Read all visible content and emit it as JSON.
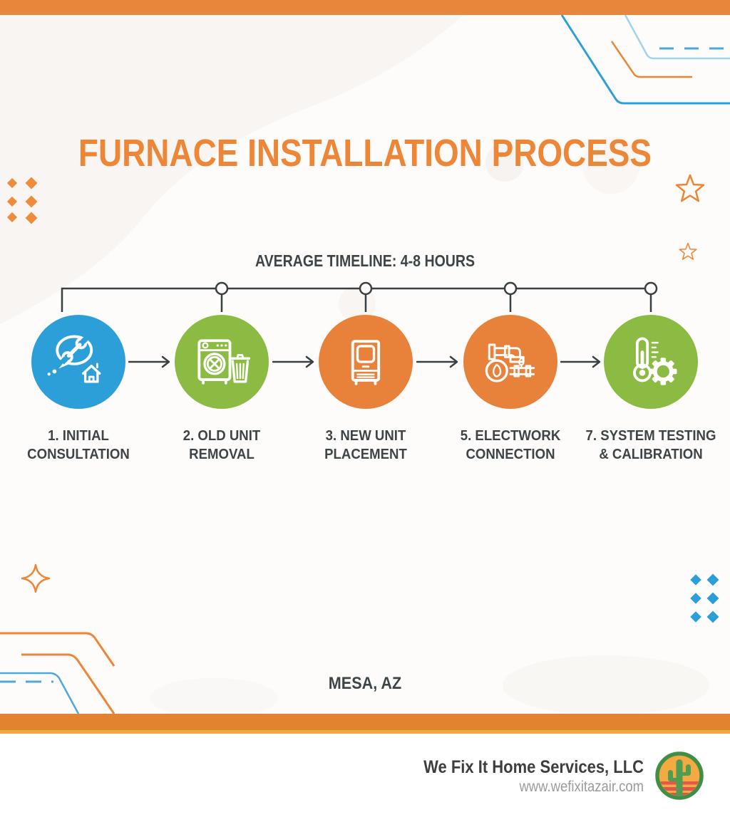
{
  "header": {
    "title": "FURNACE INSTALLATION PROCESS"
  },
  "timeline": {
    "heading": "AVERAGE TIMELINE: 4-8 HOURS",
    "steps": [
      {
        "line1": "1. INITIAL",
        "line2": "CONSULTATION",
        "color": "#2D9FD8",
        "icon": "consultation-speech-bubble-wrench-house-icon"
      },
      {
        "line1": "2. OLD UNIT",
        "line2": "REMOVAL",
        "color": "#8CBB44",
        "icon": "washing-machine-trash-can-icon"
      },
      {
        "line1": "3. NEW UNIT",
        "line2": "PLACEMENT",
        "color": "#E8813A",
        "icon": "furnace-unit-icon"
      },
      {
        "line1": "5. ELECTWORK",
        "line2": "CONNECTION",
        "color": "#E8813A",
        "icon": "gas-pipes-flame-icon"
      },
      {
        "line1": "7. SYSTEM TESTING",
        "line2": "& CALIBRATION",
        "color": "#8CBB44",
        "icon": "thermometer-gear-icon"
      }
    ]
  },
  "location": "MESA, AZ",
  "footer": {
    "company": "We Fix It Home Services, LLC",
    "website": "www.wefixitazair.com",
    "logo": "cactus-sun-logo"
  },
  "colors": {
    "top_bar": "#E8873B",
    "bottom_bar": "#E2842F",
    "bottom_bar_strip": "#F0A843",
    "title": "#ED8636",
    "text_dark": "#3F4447",
    "muted_text": "#9B9B9B",
    "deco_blue": "#2D9FD8",
    "deco_light_blue": "#9FD4EE",
    "deco_orange": "#EE8534",
    "timeline_line": "#3A3F42"
  }
}
